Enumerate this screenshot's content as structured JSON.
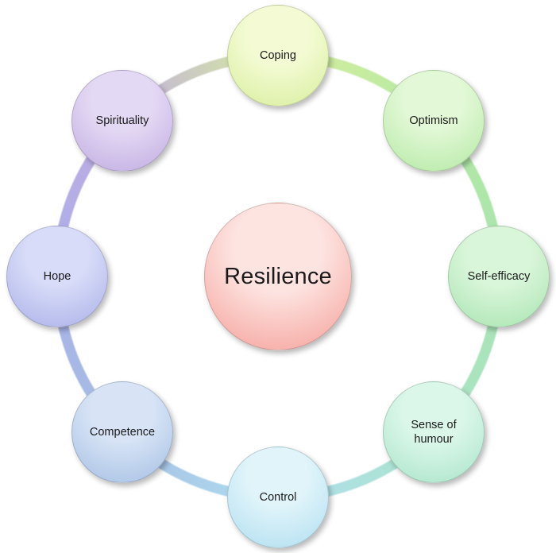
{
  "diagram": {
    "type": "radial-concept-diagram",
    "center": {
      "label": "Resilience",
      "color_light": "#fde4e1",
      "color_dark": "#f59e97"
    },
    "nodes": [
      {
        "label": "Coping",
        "color_light": "#f4fbd4",
        "color_dark": "#d7ee9d"
      },
      {
        "label": "Optimism",
        "color_light": "#e2f8d6",
        "color_dark": "#b4e9a4"
      },
      {
        "label": "Self-efficacy",
        "color_light": "#daf6da",
        "color_dark": "#a8e4b0"
      },
      {
        "label": "Sense of humour",
        "color_light": "#dbf7ea",
        "color_dark": "#aae4c8"
      },
      {
        "label": "Control",
        "color_light": "#e0f4fa",
        "color_dark": "#b0def0"
      },
      {
        "label": "Competence",
        "color_light": "#d8e4f6",
        "color_dark": "#a4bfe3"
      },
      {
        "label": "Hope",
        "color_light": "#d8dcf8",
        "color_dark": "#aab0e8"
      },
      {
        "label": "Spirituality",
        "color_light": "#e4d9f4",
        "color_dark": "#c0abe1"
      }
    ],
    "ring_colors": [
      "#d7ee9d",
      "#b4e9a4",
      "#a8e4b0",
      "#aae4c8",
      "#b0def0",
      "#a4bfe3",
      "#aab0e8",
      "#c0abe1"
    ]
  }
}
